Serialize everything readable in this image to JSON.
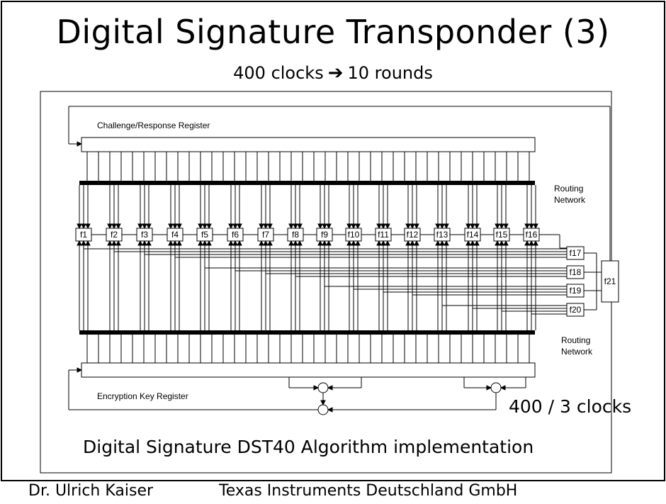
{
  "slide": {
    "title": "Digital Signature Transponder (3)",
    "subtitle_left": "400 clocks",
    "subtitle_arrow": "➔",
    "subtitle_right": "10 rounds",
    "footer_author": "Dr. Ulrich Kaiser",
    "footer_company": "Texas Instruments Deutschland GmbH"
  },
  "diagram": {
    "challenge_register_label": "Challenge/Response Register",
    "encryption_register_label": "Encryption Key Register",
    "routing_network_label_line1": "Routing",
    "routing_network_label_line2": "Network",
    "function_blocks": [
      "f1",
      "f2",
      "f3",
      "f4",
      "f5",
      "f6",
      "f7",
      "f8",
      "f9",
      "f10",
      "f11",
      "f12",
      "f13",
      "f14",
      "f15",
      "f16"
    ],
    "second_level_blocks": [
      "f17",
      "f18",
      "f19",
      "f20"
    ],
    "output_block": "f21",
    "xor_symbol": "+",
    "clock_note": "400 / 3 clocks",
    "caption": "Digital Signature DST40 Algorithm implementation",
    "register_cells": 40,
    "colors": {
      "line": "#000000",
      "background": "#ffffff"
    }
  }
}
